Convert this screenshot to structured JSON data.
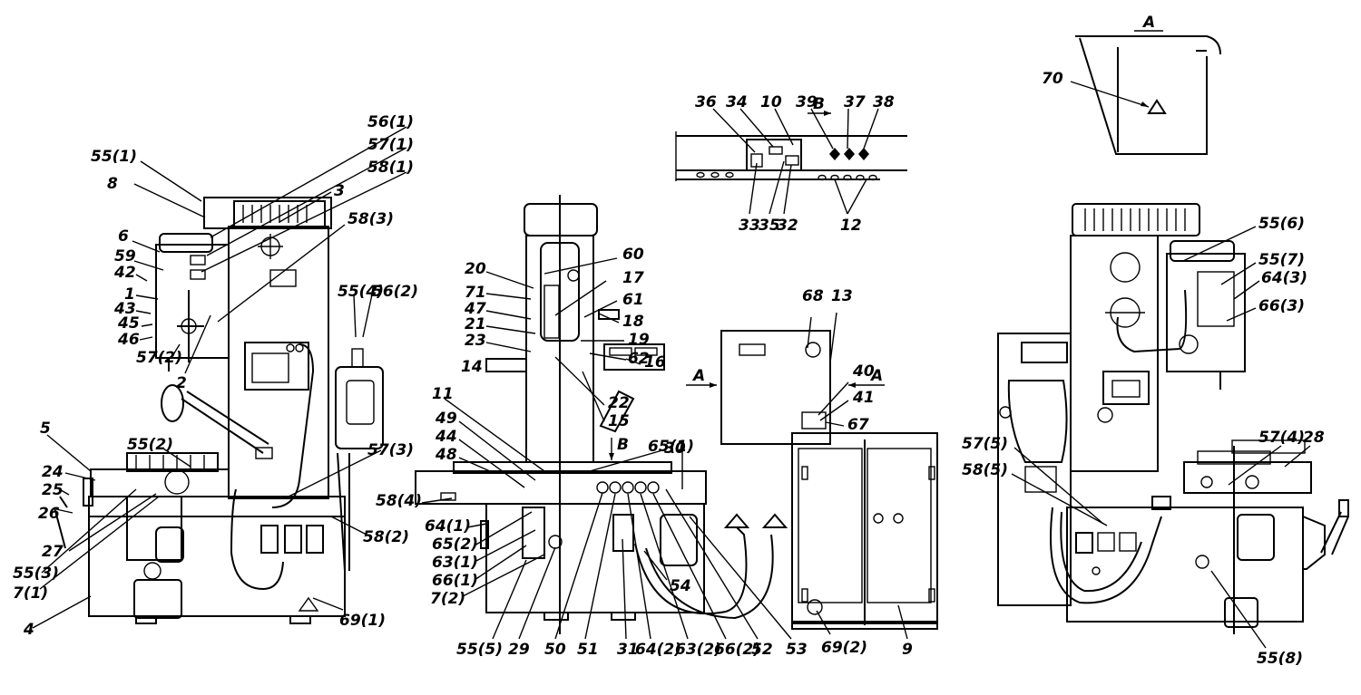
{
  "diagram": {
    "section_mark_a": "A",
    "section_mark_b": "B",
    "view_left": {
      "labels": [
        "55(1)",
        "8",
        "56(1)",
        "57(1)",
        "58(1)",
        "3",
        "58(3)",
        "6",
        "59",
        "42",
        "1",
        "43",
        "45",
        "46",
        "57(2)",
        "2",
        "55(4)",
        "56(2)",
        "5",
        "55(2)",
        "24",
        "25",
        "26",
        "27",
        "55(3)",
        "7(1)",
        "4",
        "57(3)",
        "58(2)",
        "69(1)"
      ]
    },
    "view_center": {
      "labels": [
        "60",
        "17",
        "61",
        "18",
        "19",
        "62",
        "16",
        "20",
        "71",
        "47",
        "21",
        "23",
        "14",
        "22",
        "15",
        "11",
        "49",
        "44",
        "48",
        "30",
        "65(1)",
        "58(4)",
        "64(1)",
        "65(2)",
        "63(1)",
        "66(1)",
        "7(2)",
        "54",
        "55(5)",
        "29",
        "50",
        "51",
        "31",
        "64(2)",
        "63(2)",
        "66(2)",
        "52",
        "53",
        "68",
        "13",
        "40",
        "41",
        "67",
        "69(2)",
        "9"
      ]
    },
    "view_detail_b": {
      "labels": [
        "36",
        "34",
        "10",
        "39",
        "37",
        "38",
        "33",
        "35",
        "32",
        "12"
      ]
    },
    "view_detail_a": {
      "labels": [
        "70"
      ]
    },
    "view_right": {
      "labels": [
        "55(6)",
        "55(7)",
        "64(3)",
        "66(3)",
        "57(5)",
        "58(5)",
        "57(4)",
        "28",
        "55(8)"
      ]
    }
  }
}
